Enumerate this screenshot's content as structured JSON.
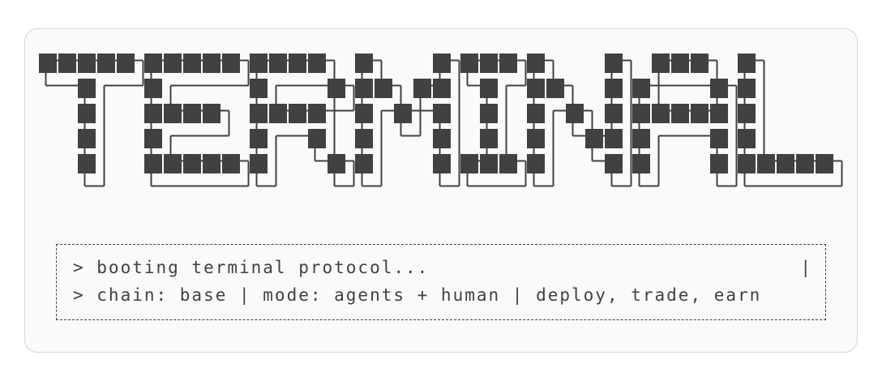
{
  "colors": {
    "page_bg": "#ffffff",
    "card_bg": "#fafafa",
    "card_border": "#d6d6d6",
    "ink": "#414141"
  },
  "banner": {
    "text": "TERMINAL",
    "font": {
      "T": [
        "#####",
        "..#..",
        "..#..",
        "..#..",
        "..#.."
      ],
      "E": [
        "#####",
        "#....",
        "####.",
        "#....",
        "#####"
      ],
      "R": [
        "####.",
        "#...#",
        "####.",
        "#..#.",
        "#...#"
      ],
      "M": [
        "#...#",
        "##.##",
        "#.#.#",
        "#...#",
        "#...#"
      ],
      "I": [
        "###",
        ".#.",
        ".#.",
        ".#.",
        "###"
      ],
      "N": [
        "#...#",
        "##..#",
        "#.#.#",
        "#..##",
        "#...#"
      ],
      "A": [
        ".###.",
        "#...#",
        "#####",
        "#...#",
        "#...#"
      ],
      "L": [
        "#....",
        "#....",
        "#....",
        "#....",
        "#####"
      ]
    }
  },
  "terminal": {
    "prompt_lines": [
      "> booting terminal protocol...",
      "> chain: base | mode: agents + human | deploy, trade, earn"
    ],
    "cursor": "|"
  }
}
